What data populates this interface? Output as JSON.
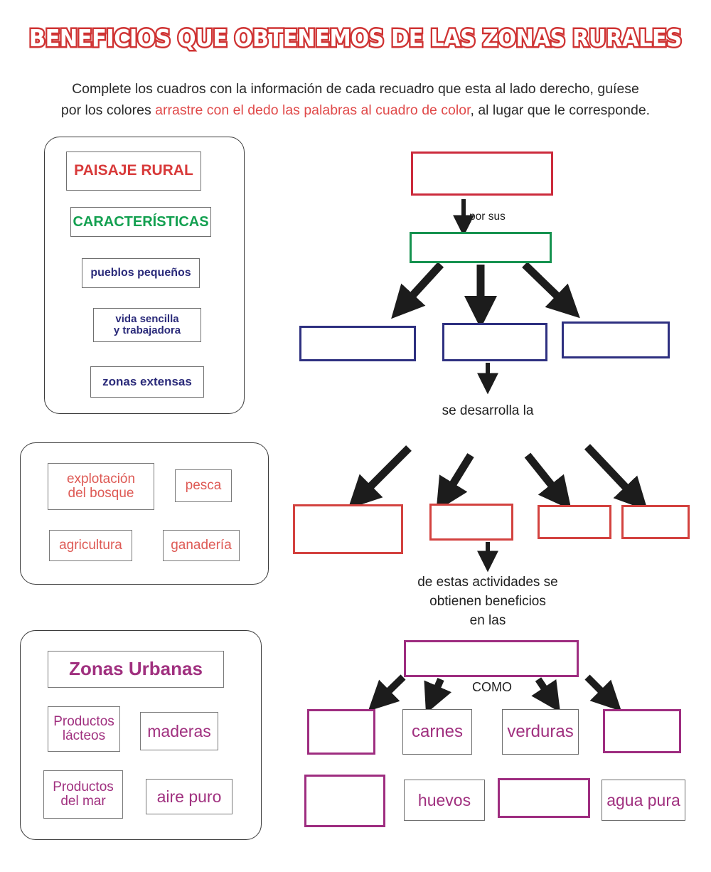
{
  "page": {
    "title": "BENEFICIOS QUE OBTENEMOS DE LAS ZONAS RURALES",
    "instruction_line1_a": "Complete los cuadros con la información de cada recuadro que esta al lado derecho, guíese",
    "instruction_line2_a": "por los colores ",
    "instruction_line2_hl": "arrastre con el dedo  las palabras al cuadro de color",
    "instruction_line2_b": ", al lugar que le corresponde."
  },
  "colors": {
    "title_outline": "#cf3333",
    "red": "#cc2b3c",
    "green": "#15924f",
    "navy": "#2e3080",
    "red_light": "#d3423f",
    "purple": "#9e2d80",
    "text_red": "#d83a3a",
    "text_green": "#13a050",
    "text_navy": "#2b2b7a",
    "text_purple": "#a0307f"
  },
  "word_banks": [
    {
      "name": "rural-landscape-bank",
      "items": [
        {
          "label": "PAISAJE RURAL",
          "color_class": "t-red",
          "bold": true
        },
        {
          "label": "CARACTERÍSTICAS",
          "color_class": "t-green",
          "bold": true
        },
        {
          "label": "pueblos pequeños",
          "color_class": "t-navy",
          "bold": true
        },
        {
          "label": "vida sencilla\ny trabajadora",
          "color_class": "t-navy",
          "bold": true
        },
        {
          "label": "zonas extensas",
          "color_class": "t-navy",
          "bold": true
        }
      ]
    },
    {
      "name": "activities-bank",
      "items": [
        {
          "label": "explotación\ndel bosque",
          "color_class": "t-red2",
          "bold": false
        },
        {
          "label": "pesca",
          "color_class": "t-red2",
          "bold": false
        },
        {
          "label": "agricultura",
          "color_class": "t-red2",
          "bold": false
        },
        {
          "label": "ganadería",
          "color_class": "t-red2",
          "bold": false
        }
      ]
    },
    {
      "name": "urban-zones-bank",
      "items": [
        {
          "label": "Zonas Urbanas",
          "color_class": "t-purple",
          "bold": true
        },
        {
          "label": "Productos\nlácteos",
          "color_class": "t-purple",
          "bold": false
        },
        {
          "label": "maderas",
          "color_class": "t-purple",
          "bold": false
        },
        {
          "label": "Productos\ndel mar",
          "color_class": "t-purple",
          "bold": false
        },
        {
          "label": "aire puro",
          "color_class": "t-purple",
          "bold": false
        }
      ]
    }
  ],
  "flow": {
    "connector_por_sus": "por sus",
    "connector_se_desarrolla": "se desarrolla la",
    "connector_beneficios": "de estas actividades se\nobtienen  beneficios\nen las",
    "connector_como": "COMO",
    "answer_boxes": [
      {
        "name": "answer-paisaje-rural",
        "style": "red",
        "value": ""
      },
      {
        "name": "answer-caracteristicas",
        "style": "green",
        "value": ""
      },
      {
        "name": "answer-caracteristica-1",
        "style": "navy",
        "value": ""
      },
      {
        "name": "answer-caracteristica-2",
        "style": "navy",
        "value": ""
      },
      {
        "name": "answer-caracteristica-3",
        "style": "navy",
        "value": ""
      },
      {
        "name": "answer-actividad-1",
        "style": "red2",
        "value": ""
      },
      {
        "name": "answer-actividad-2",
        "style": "red2",
        "value": ""
      },
      {
        "name": "answer-actividad-3",
        "style": "red2",
        "value": ""
      },
      {
        "name": "answer-actividad-4",
        "style": "red2",
        "value": ""
      },
      {
        "name": "answer-zonas-urbanas",
        "style": "purple",
        "value": ""
      },
      {
        "name": "answer-beneficio-1",
        "style": "purple",
        "value": ""
      },
      {
        "name": "answer-beneficio-4",
        "style": "purple",
        "value": ""
      },
      {
        "name": "answer-beneficio-5",
        "style": "purple",
        "value": ""
      },
      {
        "name": "answer-beneficio-7",
        "style": "purple",
        "value": ""
      }
    ],
    "filled_boxes": [
      {
        "name": "filled-carnes",
        "value": "carnes"
      },
      {
        "name": "filled-verduras",
        "value": "verduras"
      },
      {
        "name": "filled-huevos",
        "value": "huevos"
      },
      {
        "name": "filled-agua-pura",
        "value": "agua pura"
      }
    ]
  }
}
